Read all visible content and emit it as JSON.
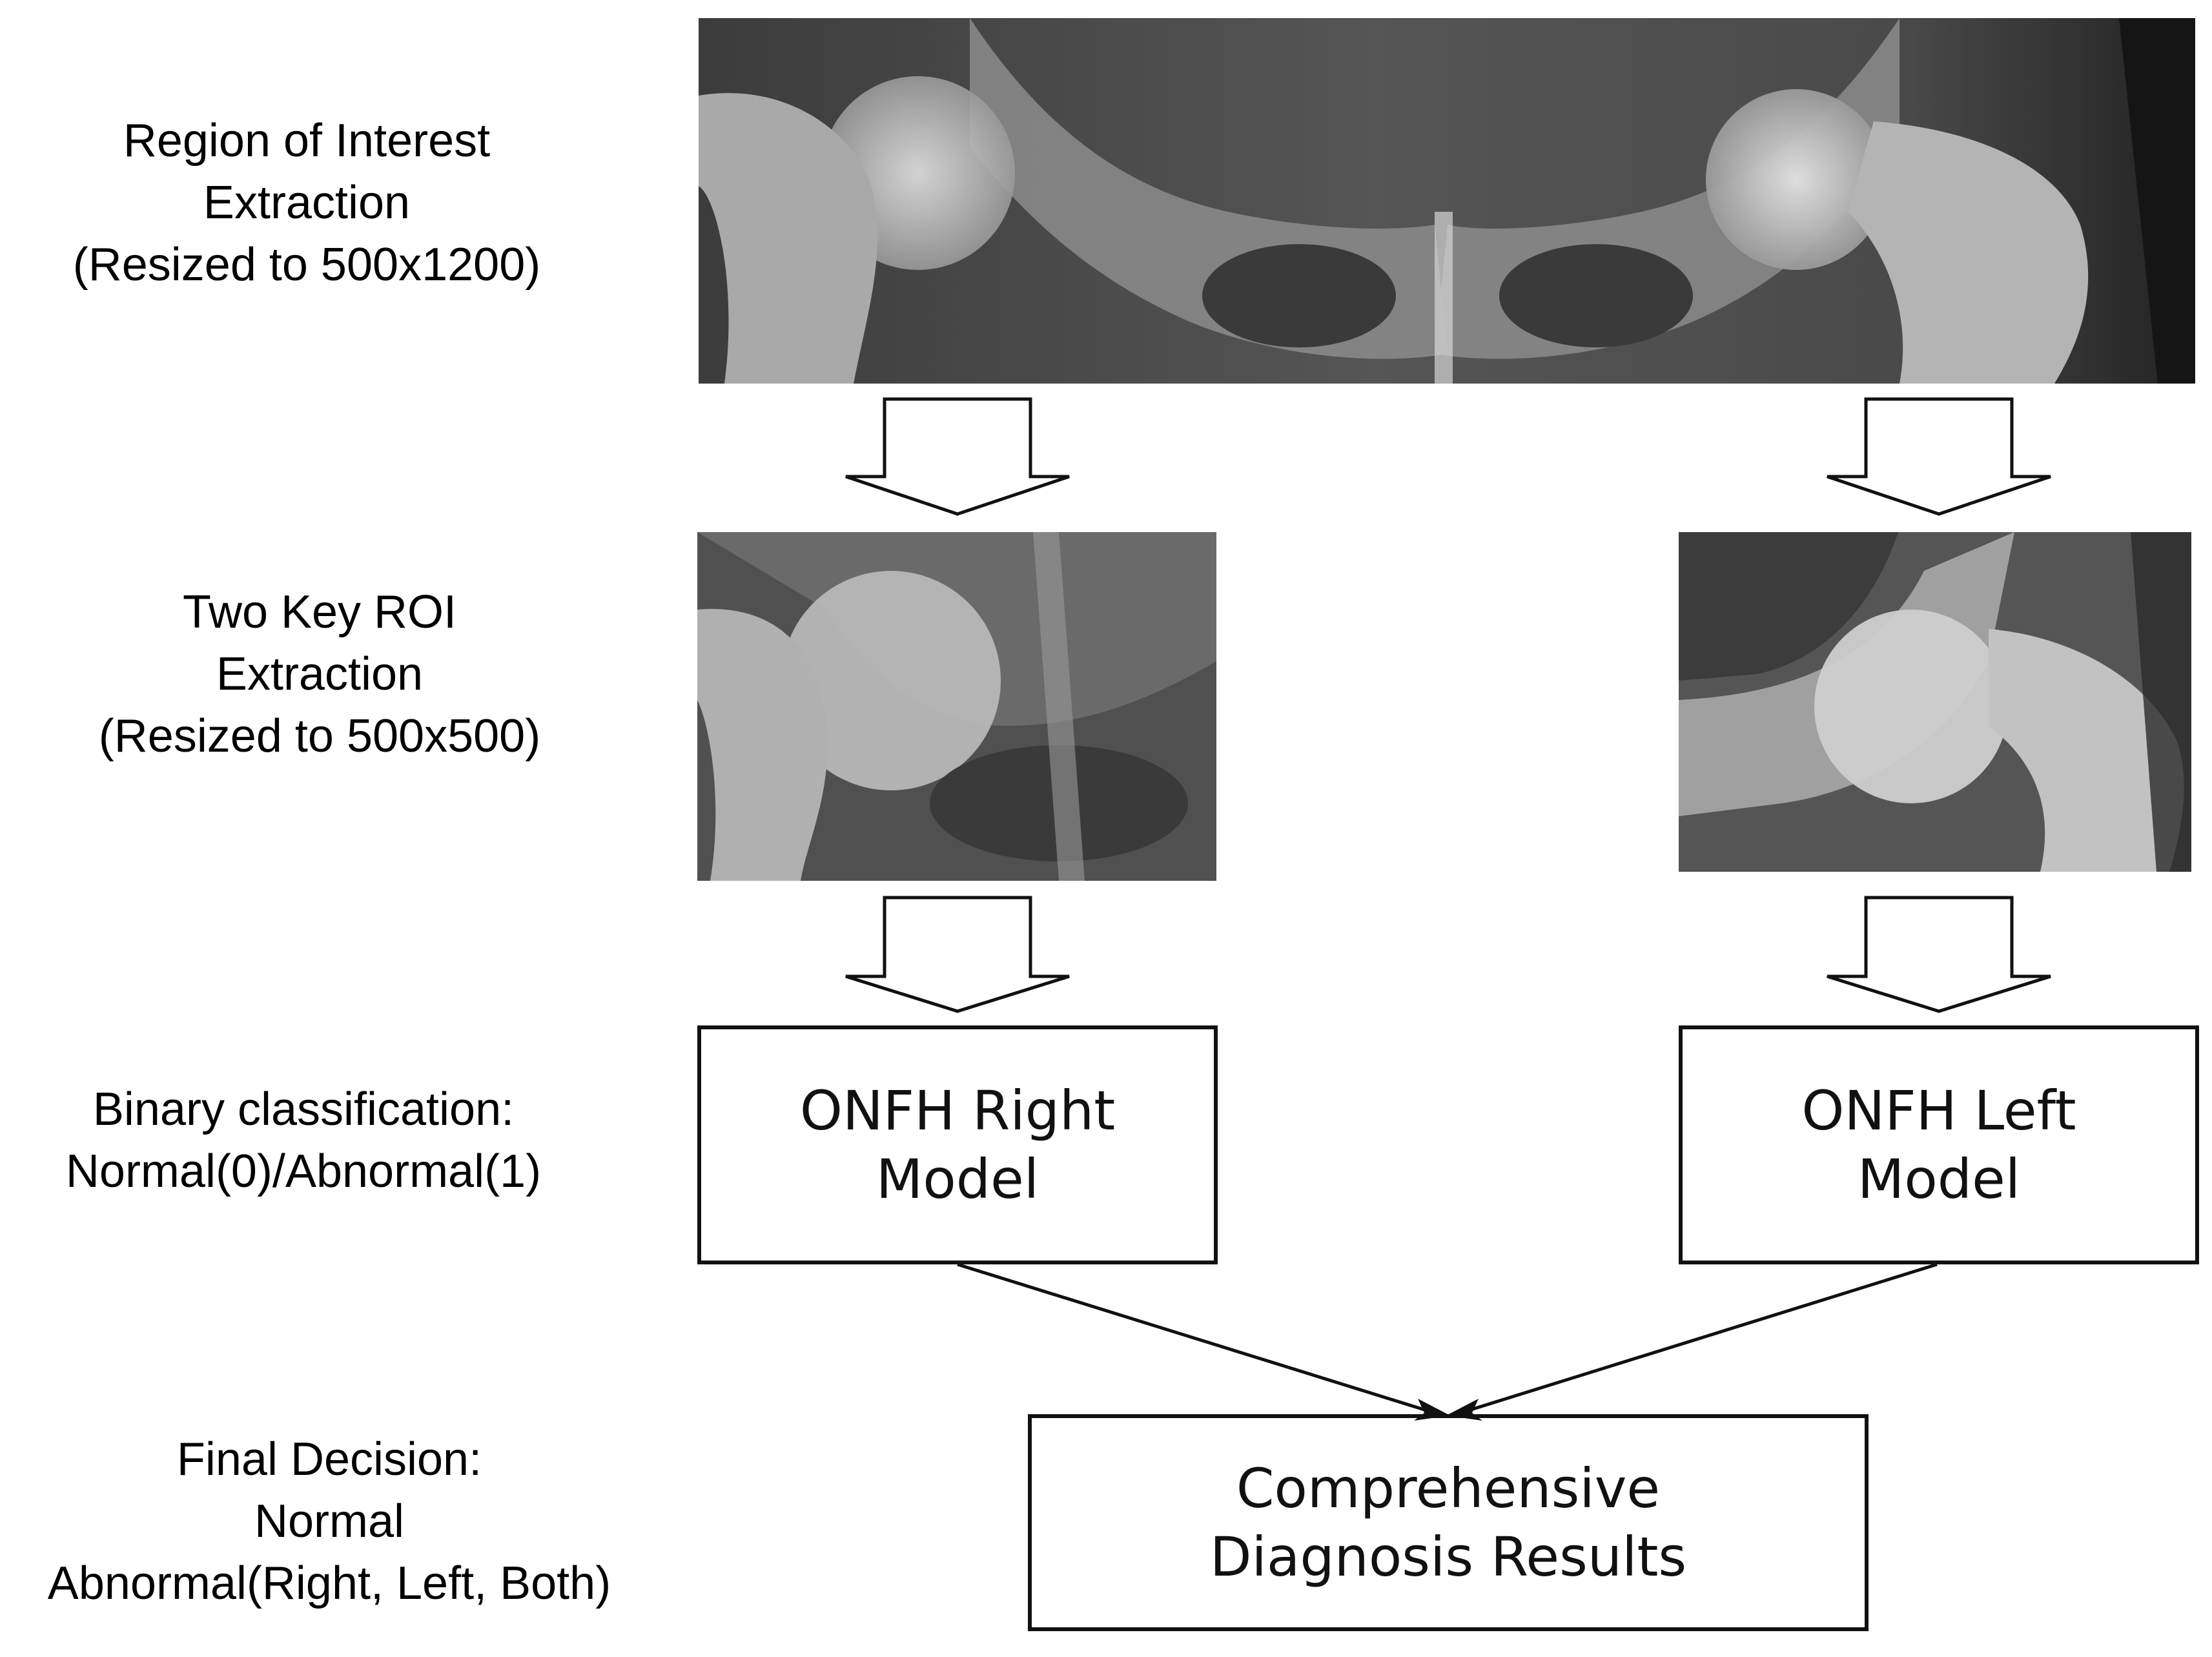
{
  "stages": [
    {
      "lines": [
        "Region of Interest",
        "Extraction",
        "(Resized to 500x1200)"
      ]
    },
    {
      "lines": [
        "Two Key ROI",
        "Extraction",
        "(Resized to 500x500)"
      ]
    },
    {
      "lines": [
        "Binary classification:",
        "Normal(0)/Abnormal(1)"
      ]
    },
    {
      "lines": [
        "Final Decision:",
        "Normal",
        "Abnormal(Right, Left, Both)"
      ]
    }
  ],
  "images": {
    "full_pelvis": {
      "icon": "pelvis-xray-image"
    },
    "right_hip_roi": {
      "icon": "right-hip-xray-image"
    },
    "left_hip_roi": {
      "icon": "left-hip-xray-image"
    }
  },
  "boxes": {
    "right_model": {
      "lines": [
        "ONFH Right",
        "Model"
      ]
    },
    "left_model": {
      "lines": [
        "ONFH Left",
        "Model"
      ]
    },
    "result": {
      "lines": [
        "Comprehensive",
        "Diagnosis Results"
      ]
    }
  },
  "colors": {
    "line": "#111111",
    "background": "#ffffff",
    "xray_dark": "#1a1a1a",
    "xray_bone": "#cfcfcf"
  }
}
